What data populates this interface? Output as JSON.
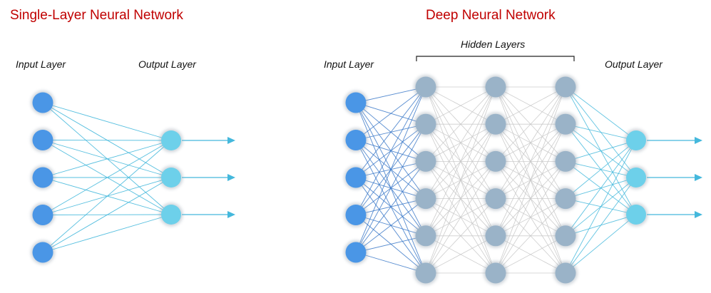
{
  "single_layer": {
    "title": "Single-Layer Neural Network",
    "input_label": "Input Layer",
    "output_label": "Output Layer",
    "input_nodes": 5,
    "output_nodes": 3
  },
  "deep": {
    "title": "Deep Neural Network",
    "input_label": "Input Layer",
    "hidden_label": "Hidden Layers",
    "output_label": "Output Layer",
    "input_nodes": 5,
    "hidden_layers": 3,
    "hidden_nodes_per_layer": 6,
    "output_nodes": 3
  },
  "colors": {
    "title": "#c00000",
    "input_node": "#4a96e6",
    "hidden_node": "#9ab3c8",
    "output_node": "#6dd0ea",
    "input_edge": "#3a78c8",
    "output_edge": "#44b8dc",
    "hidden_edge": "#c8c8c8",
    "arrow": "#44b8dc"
  }
}
